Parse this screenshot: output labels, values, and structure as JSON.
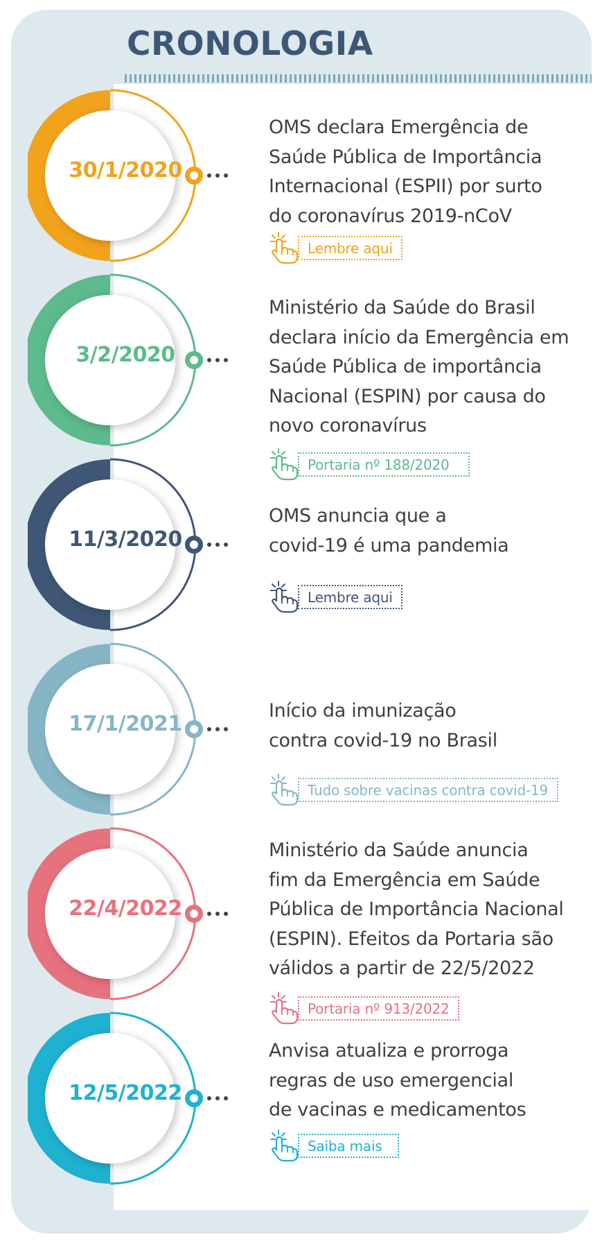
{
  "header": {
    "title": "CRONOLOGIA"
  },
  "timeline": [
    {
      "date": "30/1/2020",
      "color": "#f3a21c",
      "description": "OMS declara Emergência de\nSaúde Pública de Importância\nInternacional (ESPII) por surto\ndo coronavírus 2019-nCoV",
      "link_label": "Lembre aqui",
      "icon": "pointing-hand-icon"
    },
    {
      "date": "3/2/2020",
      "color": "#5cba8c",
      "description": "Ministério da Saúde do Brasil\ndeclara início da Emergência em\nSaúde Pública de importância\nNacional (ESPIN) por causa do\nnovo coronavírus",
      "link_label": "Portaria nº 188/2020",
      "icon": "pointing-hand-icon"
    },
    {
      "date": "11/3/2020",
      "color": "#3f5675",
      "description": "OMS anuncia que a\ncovid-19 é uma pandemia",
      "link_label": "Lembre aqui",
      "icon": "pointing-hand-icon"
    },
    {
      "date": "17/1/2021",
      "color": "#86b6c6",
      "description": "Início da imunização\ncontra covid-19 no Brasil",
      "link_label": "Tudo sobre vacinas contra covid-19",
      "icon": "pointing-hand-icon"
    },
    {
      "date": "22/4/2022",
      "color": "#e6727e",
      "description": "Ministério da Saúde anuncia\nfim da Emergência em Saúde\nPública de Importância Nacional\n(ESPIN). Efeitos da Portaria são\nválidos a partir de 22/5/2022",
      "link_label": "Portaria nº 913/2022",
      "icon": "pointing-hand-icon"
    },
    {
      "date": "12/5/2022",
      "color": "#1fb1d0",
      "description": "Anvisa atualiza e prorroga\nregras de uso emergencial\nde vacinas e medicamentos",
      "link_label": "Saiba mais",
      "icon": "pointing-hand-icon"
    }
  ]
}
